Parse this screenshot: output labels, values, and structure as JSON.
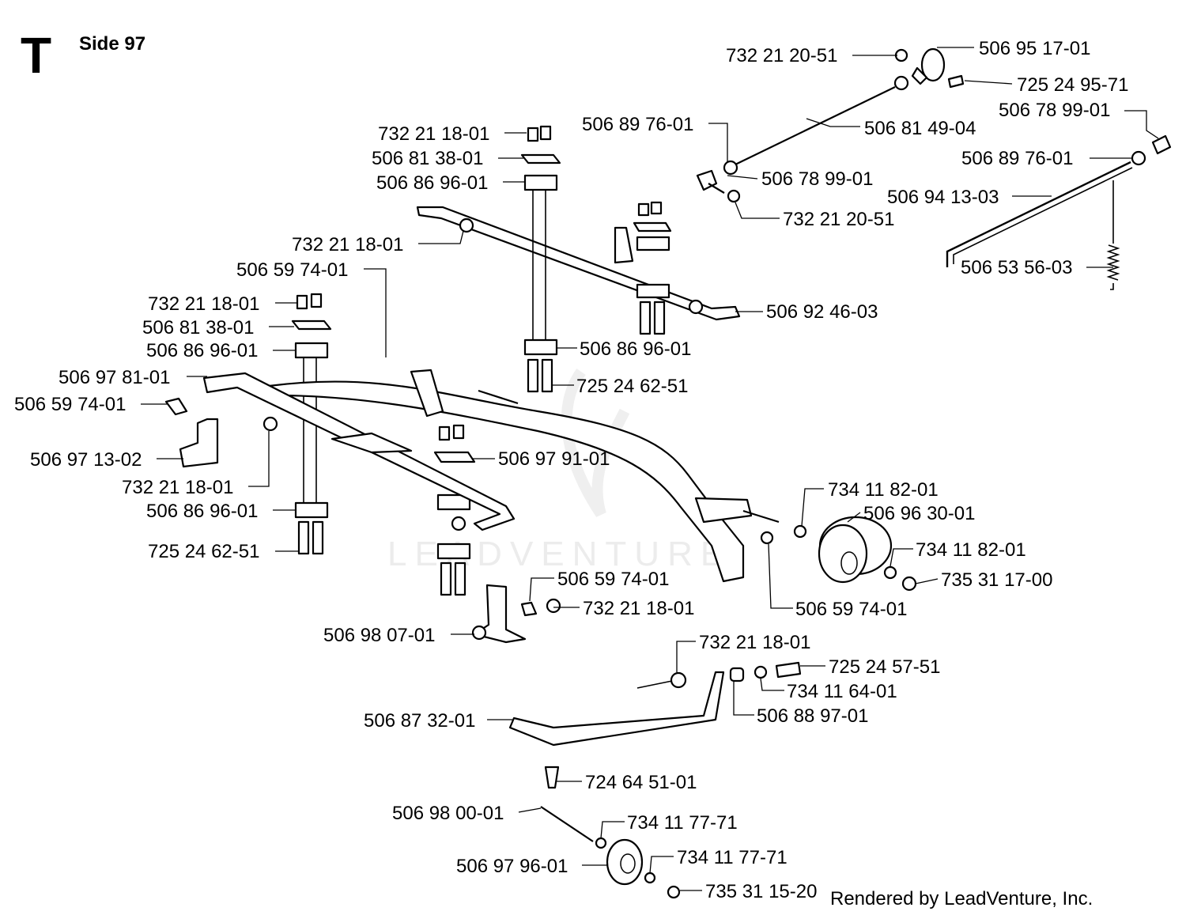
{
  "page": {
    "section_letter": "T",
    "title": "Side 97",
    "footer": "Rendered by LeadVenture, Inc.",
    "watermark": "LEADVENTURE"
  },
  "callouts": [
    {
      "label": "732 21 20-51"
    },
    {
      "label": "506 95 17-01"
    },
    {
      "label": "725 24 95-71"
    },
    {
      "label": "506 78 99-01"
    },
    {
      "label": "506 89 76-01"
    },
    {
      "label": "506 81 49-04"
    },
    {
      "label": "506 89 76-01"
    },
    {
      "label": "506 78 99-01"
    },
    {
      "label": "732 21 20-51"
    },
    {
      "label": "506 94 13-03"
    },
    {
      "label": "506 53 56-03"
    },
    {
      "label": "732 21 18-01"
    },
    {
      "label": "506 81 38-01"
    },
    {
      "label": "506 86 96-01"
    },
    {
      "label": "732 21 18-01"
    },
    {
      "label": "506 59 74-01"
    },
    {
      "label": "732 21 18-01"
    },
    {
      "label": "506 81 38-01"
    },
    {
      "label": "506 86 96-01"
    },
    {
      "label": "506 97 81-01"
    },
    {
      "label": "506 59 74-01"
    },
    {
      "label": "506 97 13-02"
    },
    {
      "label": "732 21 18-01"
    },
    {
      "label": "506 86 96-01"
    },
    {
      "label": "725 24 62-51"
    },
    {
      "label": "506 92 46-03"
    },
    {
      "label": "506 86 96-01"
    },
    {
      "label": "725 24 62-51"
    },
    {
      "label": "506 97 91-01"
    },
    {
      "label": "734 11 82-01"
    },
    {
      "label": "506 96 30-01"
    },
    {
      "label": "734 11 82-01"
    },
    {
      "label": "735 31 17-00"
    },
    {
      "label": "506 59 74-01"
    },
    {
      "label": "506 59 74-01"
    },
    {
      "label": "732 21 18-01"
    },
    {
      "label": "506 98 07-01"
    },
    {
      "label": "732 21 18-01"
    },
    {
      "label": "725 24 57-51"
    },
    {
      "label": "734 11 64-01"
    },
    {
      "label": "506 88 97-01"
    },
    {
      "label": "506 87 32-01"
    },
    {
      "label": "724 64 51-01"
    },
    {
      "label": "506 98 00-01"
    },
    {
      "label": "734 11 77-71"
    },
    {
      "label": "506 97 96-01"
    },
    {
      "label": "734 11 77-71"
    },
    {
      "label": "735 31 15-20"
    }
  ]
}
